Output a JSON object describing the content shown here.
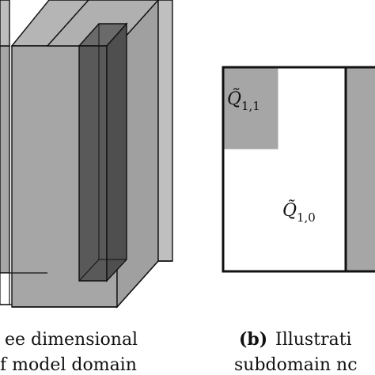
{
  "panel_a": {
    "caption_line1": "ee dimensional",
    "caption_line2": "f model domain"
  },
  "panel_b": {
    "label_q11_main": "Q̃",
    "label_q11_sub": "1,1",
    "label_q10_main": "Q̃",
    "label_q10_sub": "1,0",
    "caption_bold": "(b)",
    "caption_line1_rest": "Illustrati",
    "caption_line2": "subdomain nc"
  },
  "colors": {
    "light_gray": "#a6a6a6",
    "mid_gray": "#9a9a9a",
    "dark_gray": "#595959",
    "stroke": "#111111",
    "background": "#ffffff"
  }
}
